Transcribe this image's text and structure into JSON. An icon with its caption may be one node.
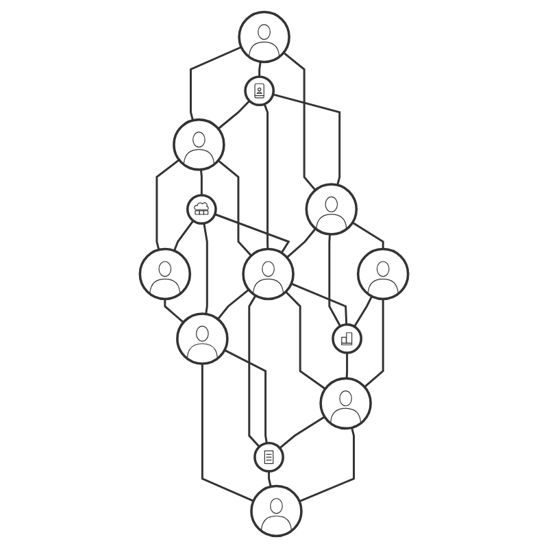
{
  "diagram": {
    "nodes": [
      {
        "text": [],
        "shape": "person"
      },
      {
        "text": [],
        "shape": "person"
      },
      {
        "text": [],
        "shape": "person"
      },
      {
        "text": [],
        "shape": "picture"
      },
      {
        "text": [],
        "shape": "picture"
      },
      {
        "text": [],
        "shape": "person"
      },
      {
        "text": [],
        "shape": "person"
      },
      {
        "text": [],
        "shape": "person"
      },
      {
        "text": [],
        "shape": "picture"
      },
      {
        "text": [],
        "shape": "picture"
      },
      {
        "text": [],
        "shape": "person"
      },
      {
        "text": [],
        "shape": "person"
      },
      {
        "text": [],
        "shape": "person"
      }
    ],
    "edges": [
      {
        "from": 0,
        "to": 1,
        "arrow": "none"
      },
      {
        "from": 1,
        "to": 2,
        "arrow": "none"
      },
      {
        "from": 0,
        "to": 3,
        "arrow": "none"
      },
      {
        "from": 3,
        "to": 1,
        "arrow": "none"
      },
      {
        "from": 1,
        "to": 4,
        "arrow": "none"
      },
      {
        "from": 4,
        "to": 2,
        "arrow": "none"
      },
      {
        "from": 0,
        "to": 5,
        "arrow": "none"
      },
      {
        "from": 1,
        "to": 6,
        "arrow": "none"
      },
      {
        "from": 2,
        "to": 7,
        "arrow": "none"
      },
      {
        "from": 3,
        "to": 5,
        "arrow": "none"
      },
      {
        "from": 3,
        "to": 6,
        "arrow": "none"
      },
      {
        "from": 4,
        "to": 6,
        "arrow": "none"
      },
      {
        "from": 4,
        "to": 7,
        "arrow": "none"
      },
      {
        "from": 5,
        "to": 6,
        "arrow": "none"
      },
      {
        "from": 6,
        "to": 7,
        "arrow": "none"
      },
      {
        "from": 5,
        "to": 8,
        "arrow": "none"
      },
      {
        "from": 6,
        "to": 8,
        "arrow": "none"
      },
      {
        "from": 6,
        "to": 9,
        "arrow": "none"
      },
      {
        "from": 7,
        "to": 9,
        "arrow": "none"
      },
      {
        "from": 5,
        "to": 10,
        "arrow": "none"
      },
      {
        "from": 6,
        "to": 11,
        "arrow": "none"
      },
      {
        "from": 7,
        "to": 12,
        "arrow": "none"
      },
      {
        "from": 10,
        "to": 8,
        "arrow": "none"
      },
      {
        "from": 8,
        "to": 11,
        "arrow": "none"
      },
      {
        "from": 11,
        "to": 9,
        "arrow": "none"
      },
      {
        "from": 9,
        "to": 12,
        "arrow": "none"
      },
      {
        "from": 10,
        "to": 11,
        "arrow": "none"
      },
      {
        "from": 11,
        "to": 12,
        "arrow": "none"
      }
    ]
  }
}
